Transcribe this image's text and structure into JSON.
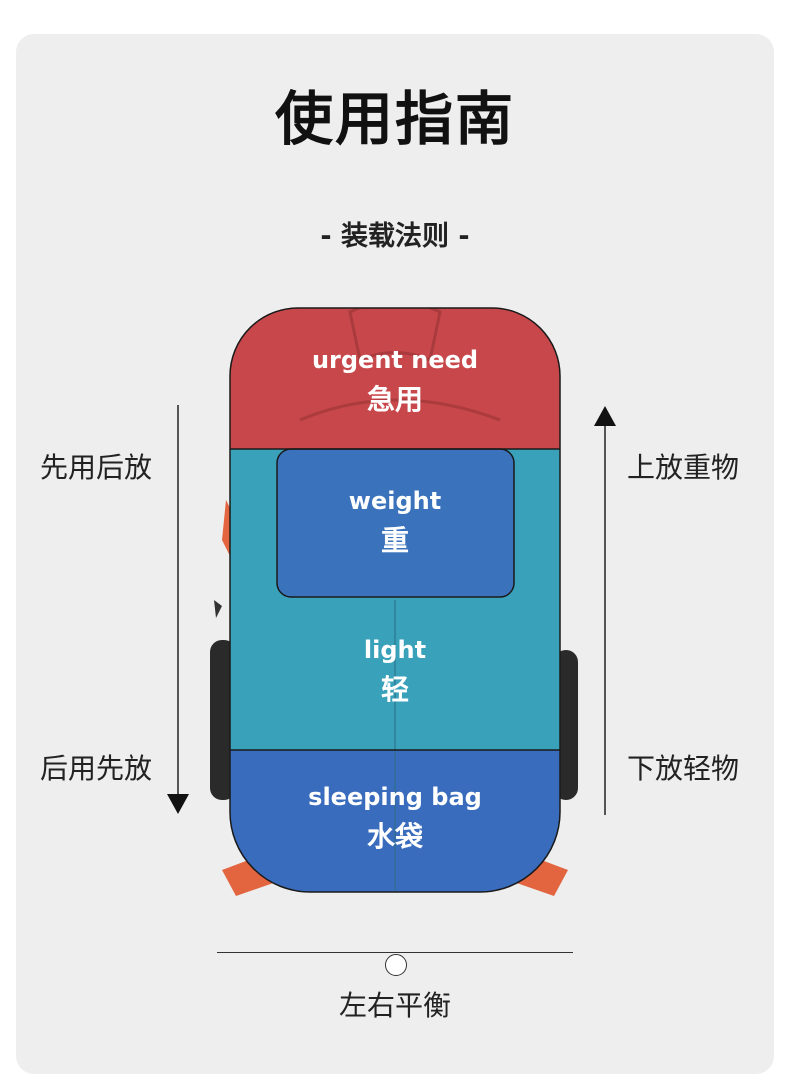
{
  "title": "使用指南",
  "subtitle": "- 装载法则 -",
  "left_arrow": {
    "top_label": "先用后放",
    "bottom_label": "后用先放"
  },
  "right_arrow": {
    "top_label": "上放重物",
    "bottom_label": "下放轻物"
  },
  "zones": [
    {
      "en": "urgent need",
      "zh": "急用",
      "color": "#c8474a"
    },
    {
      "en": "weight",
      "zh": "重",
      "color": "#3a72bb"
    },
    {
      "en": "light",
      "zh": "轻",
      "color": "#3aa1bb"
    },
    {
      "en": "sleeping bag",
      "zh": "水袋",
      "color": "#3a6cbd"
    }
  ],
  "balance_label": "左右平衡",
  "colors": {
    "strap": "#e2653f",
    "outline": "#1a1a1a"
  }
}
